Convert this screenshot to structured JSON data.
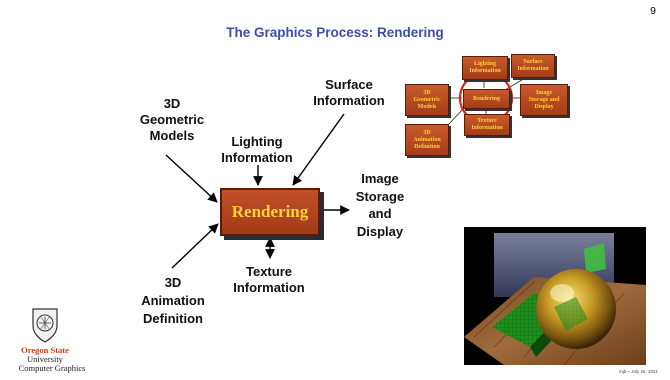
{
  "slide": {
    "title": "The Graphics Process: Rendering",
    "page_number": "9",
    "footer": "mjb – July 26, 2021"
  },
  "diagram": {
    "center": "Rendering",
    "inputs": {
      "geometric_models": [
        "3D",
        "Geometric",
        "Models"
      ],
      "lighting": [
        "Lighting",
        "Information"
      ],
      "surface": [
        "Surface",
        "Information"
      ],
      "animation": [
        "3D",
        "Animation",
        "Definition"
      ],
      "texture": [
        "Texture",
        "Information"
      ]
    },
    "output": [
      "Image",
      "Storage",
      "and",
      "Display"
    ]
  },
  "thumbnail": {
    "center": "Rendering",
    "lighting": [
      "Lighting",
      "Information"
    ],
    "surface": [
      "Surface",
      "Information"
    ],
    "geometric": [
      "3D",
      "Geometric",
      "Models"
    ],
    "image": [
      "Image",
      "Storage and",
      "Display"
    ],
    "texture": [
      "Texture",
      "Information"
    ],
    "animation": [
      "3D",
      "Animation",
      "Definition"
    ],
    "highlight_color": "#e0211b"
  },
  "logo": {
    "name_line1": "Oregon State",
    "name_line2": "University",
    "department": "Computer Graphics"
  },
  "colors": {
    "title": "#3a4fae",
    "box_fill": "#b0451f",
    "box_text": "#ffd23a",
    "osu_orange": "#d73f09"
  }
}
